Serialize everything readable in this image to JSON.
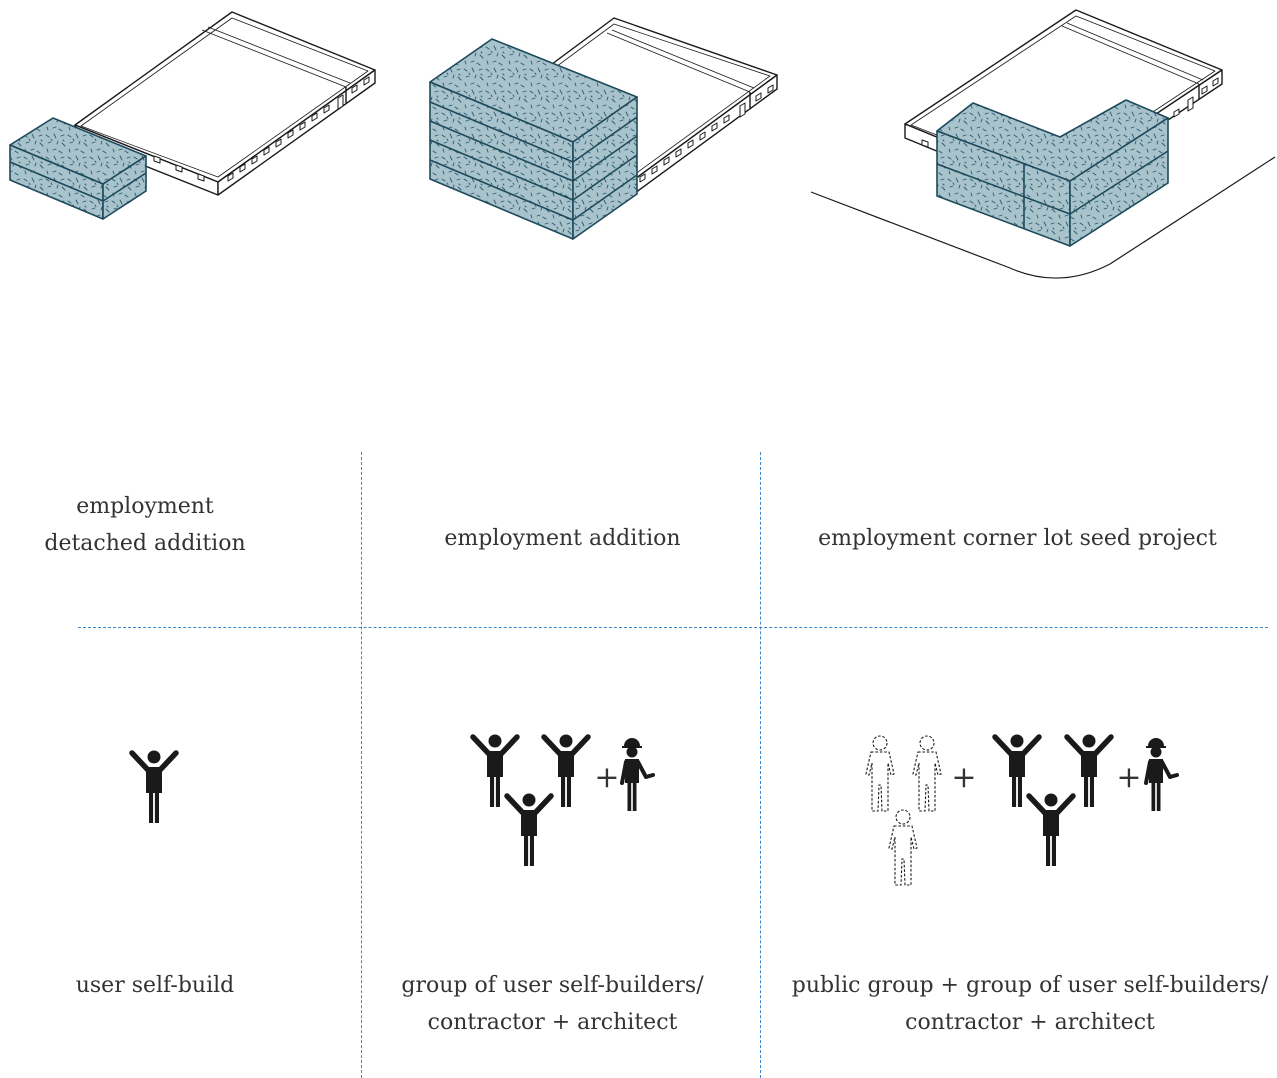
{
  "colors": {
    "addition_fill": "#a8c3cc",
    "addition_stroke": "#1d4a5c",
    "speckle": "#2c5a6c",
    "divider": "#3a86c8",
    "figure": "#1a1a1a",
    "text": "#333333"
  },
  "projects": [
    {
      "label_lines": [
        "employment",
        "detached addition"
      ]
    },
    {
      "label_lines": [
        "employment addition"
      ]
    },
    {
      "label_lines": [
        "employment corner lot seed project"
      ]
    }
  ],
  "actors": [
    {
      "label_lines": [
        "user self-build"
      ]
    },
    {
      "label_lines": [
        "group of user self-builders/",
        "contractor + architect"
      ]
    },
    {
      "label_lines": [
        "public group + group of user self-builders/",
        "contractor + architect"
      ]
    }
  ],
  "symbols": {
    "plus": "+"
  },
  "icons": [
    "person-arms-raised-icon",
    "construction-worker-icon",
    "person-outline-icon"
  ]
}
